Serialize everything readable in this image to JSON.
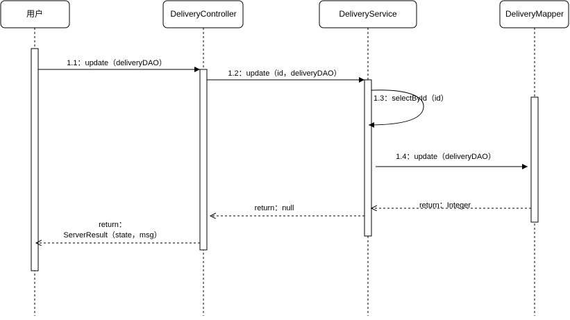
{
  "diagram": {
    "colors": {
      "line": "#000000",
      "box_fill": "#ffffff",
      "text": "#000000"
    },
    "participants": [
      {
        "id": "user",
        "label": "用户"
      },
      {
        "id": "controller",
        "label": "DeliveryController"
      },
      {
        "id": "service",
        "label": "DeliveryService"
      },
      {
        "id": "mapper",
        "label": "DeliveryMapper"
      }
    ],
    "messages": [
      {
        "id": "m1",
        "label": "1.1：update（deliveryDAO）",
        "from": "user",
        "to": "controller",
        "style": "solid"
      },
      {
        "id": "m2",
        "label": "1.2：update（id，deliveryDAO）",
        "from": "controller",
        "to": "service",
        "style": "solid"
      },
      {
        "id": "m3",
        "label": "1.3：selectById（id）",
        "from": "service",
        "to": "service",
        "style": "self"
      },
      {
        "id": "m4",
        "label": "1.4：update（deliveryDAO）",
        "from": "service",
        "to": "mapper",
        "style": "solid"
      },
      {
        "id": "r1",
        "label": "return：Integer",
        "from": "mapper",
        "to": "service",
        "style": "dashed"
      },
      {
        "id": "r2",
        "label": "return：null",
        "from": "service",
        "to": "controller",
        "style": "dashed"
      },
      {
        "id": "r3",
        "label_lines": [
          "return：",
          "ServerResult（state，msg）"
        ],
        "from": "controller",
        "to": "user",
        "style": "dashed"
      }
    ]
  }
}
